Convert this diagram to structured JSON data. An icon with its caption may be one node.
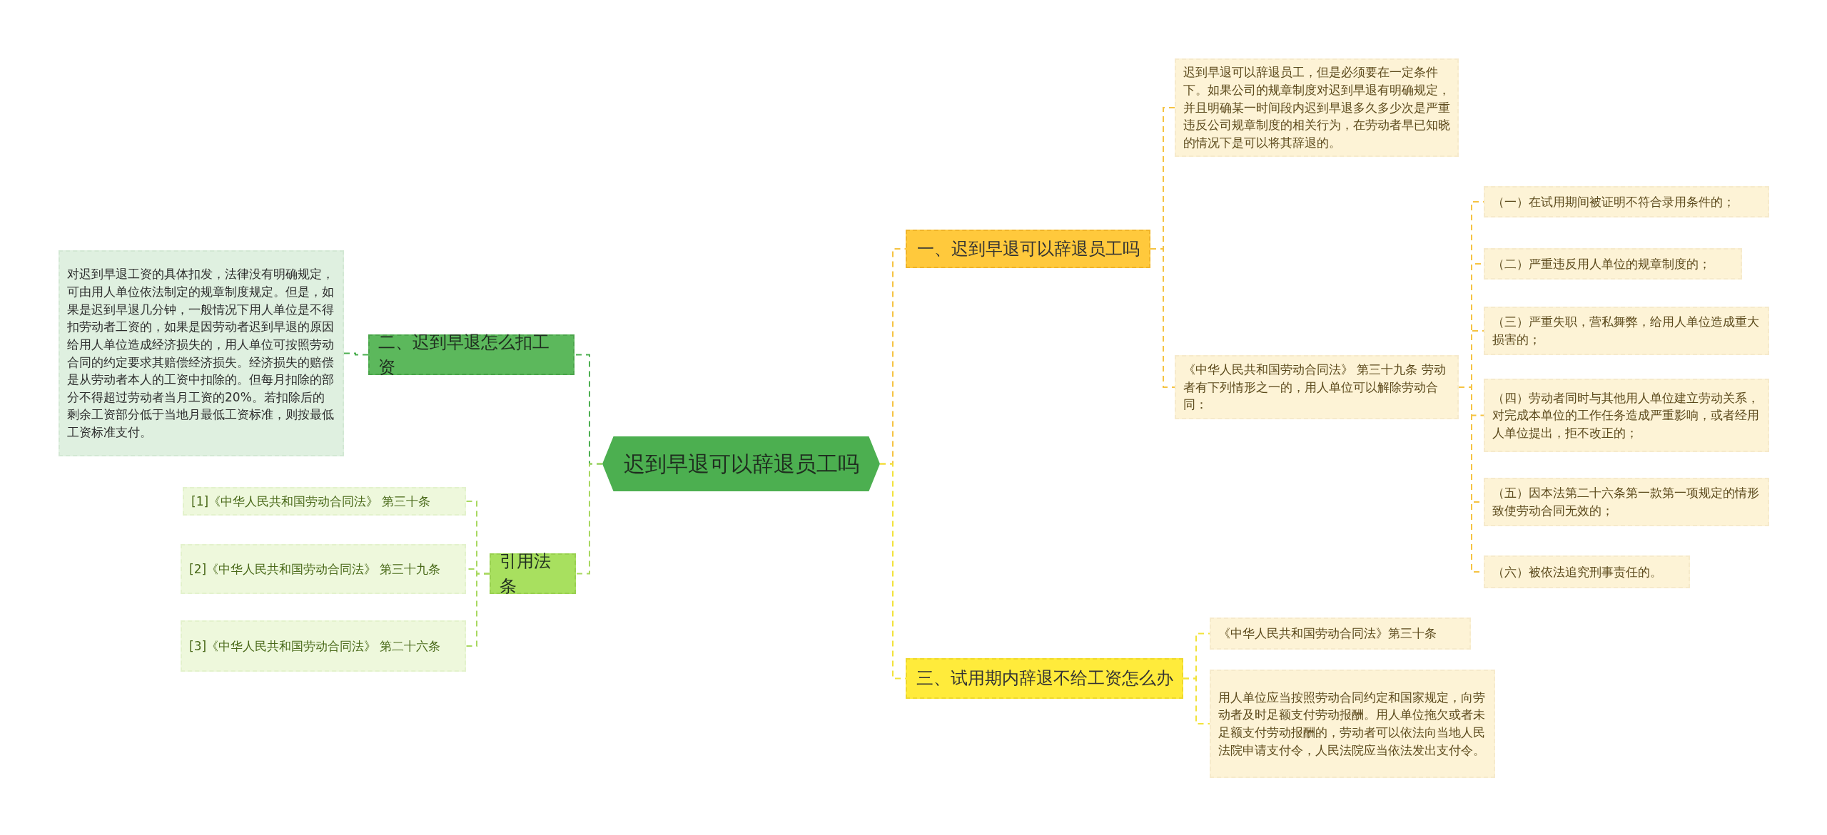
{
  "diagram": {
    "nodes": [
      {
        "text": [
          "迟到早退可以辞退员工吗"
        ]
      },
      {
        "text": [
          "一、迟到早退可以辞退员工吗"
        ]
      },
      {
        "text": [
          "迟到早退可以辞退员工，但是必须要在一定条件下。如果公司的规章制度对迟到早退有明确规定，并且明确某一时间段内迟到早退多久多少次是严重违反公司规章制度的相关行为，在劳动者早已知晓的情况下是可以将其辞退的。"
        ]
      },
      {
        "text": [
          "《中华人民共和国劳动合同法》 第三十九条 劳动者有下列情形之一的，用人单位可以解除劳动合同："
        ]
      },
      {
        "text": [
          "（一）在试用期间被证明不符合录用条件的；"
        ]
      },
      {
        "text": [
          "（二）严重违反用人单位的规章制度的；"
        ]
      },
      {
        "text": [
          "（三）严重失职，营私舞弊，给用人单位造成重大损害的；"
        ]
      },
      {
        "text": [
          "（四）劳动者同时与其他用人单位建立劳动关系，对完成本单位的工作任务造成严重影响，或者经用人单位提出，拒不改正的；"
        ]
      },
      {
        "text": [
          "（五）因本法第二十六条第一款第一项规定的情形致使劳动合同无效的；"
        ]
      },
      {
        "text": [
          "（六）被依法追究刑事责任的。"
        ]
      },
      {
        "text": [
          "三、试用期内辞退不给工资怎么办"
        ]
      },
      {
        "text": [
          "《中华人民共和国劳动合同法》第三十条"
        ]
      },
      {
        "text": [
          "用人单位应当按照劳动合同约定和国家规定，向劳动者及时足额支付劳动报酬。用人单位拖欠或者未足额支付劳动报酬的，劳动者可以依法向当地人民法院申请支付令，人民法院应当依法发出支付令。"
        ]
      },
      {
        "text": [
          "二、迟到早退怎么扣工资"
        ]
      },
      {
        "text": [
          "对迟到早退工资的具体扣发，法律没有明确规定，可由用人单位依法制定的规章制度规定。但是，如果是迟到早退几分钟，一般情况下用人单位是不得扣劳动者工资的，如果是因劳动者迟到早退的原因给用人单位造成经济损失的，用人单位可按照劳动合同的约定要求其赔偿经济损失。经济损失的赔偿是从劳动者本人的工资中扣除的。但每月扣除的部分不得超过劳动者当月工资的20%。若扣除后的剩余工资部分低于当地月最低工资标准，则按最低工资标准支付。"
        ]
      },
      {
        "text": [
          "引用法条"
        ]
      },
      {
        "text": [
          "[1]《中华人民共和国劳动合同法》 第三十条"
        ]
      },
      {
        "text": [
          "[2]《中华人民共和国劳动合同法》 第三十九条"
        ]
      },
      {
        "text": [
          "[3]《中华人民共和国劳动合同法》 第二十六条"
        ]
      }
    ],
    "edges": [
      {
        "from": 0,
        "to": 1,
        "arrow": "none",
        "style": "dashed",
        "color": "#f5c342"
      },
      {
        "from": 1,
        "to": 2,
        "arrow": "none",
        "style": "dashed",
        "color": "#f5c342"
      },
      {
        "from": 1,
        "to": 3,
        "arrow": "none",
        "style": "dashed",
        "color": "#f5c342"
      },
      {
        "from": 3,
        "to": 4,
        "arrow": "none",
        "style": "dashed",
        "color": "#f5c342"
      },
      {
        "from": 3,
        "to": 5,
        "arrow": "none",
        "style": "dashed",
        "color": "#f5c342"
      },
      {
        "from": 3,
        "to": 6,
        "arrow": "none",
        "style": "dashed",
        "color": "#f5c342"
      },
      {
        "from": 3,
        "to": 7,
        "arrow": "none",
        "style": "dashed",
        "color": "#f5c342"
      },
      {
        "from": 3,
        "to": 8,
        "arrow": "none",
        "style": "dashed",
        "color": "#f5c342"
      },
      {
        "from": 3,
        "to": 9,
        "arrow": "none",
        "style": "dashed",
        "color": "#f5c342"
      },
      {
        "from": 0,
        "to": 10,
        "arrow": "none",
        "style": "dashed",
        "color": "#f2e33a"
      },
      {
        "from": 10,
        "to": 11,
        "arrow": "none",
        "style": "dashed",
        "color": "#f2e33a"
      },
      {
        "from": 10,
        "to": 12,
        "arrow": "none",
        "style": "dashed",
        "color": "#f2e33a"
      },
      {
        "from": 0,
        "to": 13,
        "arrow": "none",
        "style": "dashed",
        "color": "#4caf50"
      },
      {
        "from": 13,
        "to": 14,
        "arrow": "none",
        "style": "dashed",
        "color": "#4caf50"
      },
      {
        "from": 0,
        "to": 15,
        "arrow": "none",
        "style": "dashed",
        "color": "#a8d860"
      },
      {
        "from": 15,
        "to": 16,
        "arrow": "none",
        "style": "dashed",
        "color": "#a8d860"
      },
      {
        "from": 15,
        "to": 17,
        "arrow": "none",
        "style": "dashed",
        "color": "#a8d860"
      },
      {
        "from": 15,
        "to": 18,
        "arrow": "none",
        "style": "dashed",
        "color": "#a8d860"
      }
    ]
  }
}
